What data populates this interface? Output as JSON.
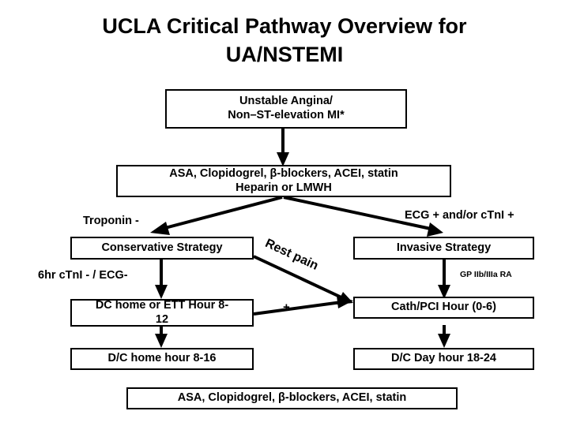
{
  "title": {
    "line1": "UCLA Critical Pathway Overview for",
    "line2": "UA/NSTEMI"
  },
  "chart_data": {
    "type": "diagram",
    "title": "UCLA Critical Pathway Overview for UA/NSTEMI",
    "nodes": [
      {
        "id": "presentation",
        "line1": "Unstable Angina/",
        "line2": "Non–ST-elevation MI*"
      },
      {
        "id": "initial-meds",
        "line1": "ASA, Clopidogrel, β-blockers, ACEI, statin",
        "line2": "Heparin or LMWH"
      },
      {
        "id": "conservative",
        "line1": "Conservative Strategy"
      },
      {
        "id": "invasive",
        "line1": "Invasive Strategy"
      },
      {
        "id": "dc-ett",
        "line1": "DC home or ETT Hour 8-",
        "line2": "12"
      },
      {
        "id": "cath-pci",
        "line1": "Cath/PCI Hour (0-6)"
      },
      {
        "id": "dc-home",
        "line1": "D/C home hour 8-16"
      },
      {
        "id": "dc-day",
        "line1": "D/C Day hour 18-24"
      },
      {
        "id": "discharge-meds",
        "line1": "ASA, Clopidogrel, β-blockers, ACEI, statin"
      }
    ],
    "edge_labels": [
      {
        "id": "troponin-neg",
        "text": "Troponin -"
      },
      {
        "id": "ecg-ctni-pos",
        "text": "ECG + and/or cTnI +"
      },
      {
        "id": "rest-pain",
        "text": "Rest pain"
      },
      {
        "id": "ctni-ecg-neg",
        "text": "6hr cTnI - / ECG-"
      },
      {
        "id": "gp-receptor",
        "text": "GP IIb/IIIa RA"
      },
      {
        "id": "plus",
        "text": "+"
      }
    ],
    "colors": {
      "stroke": "#000000",
      "fill": "#ffffff",
      "text": "#000000"
    }
  }
}
